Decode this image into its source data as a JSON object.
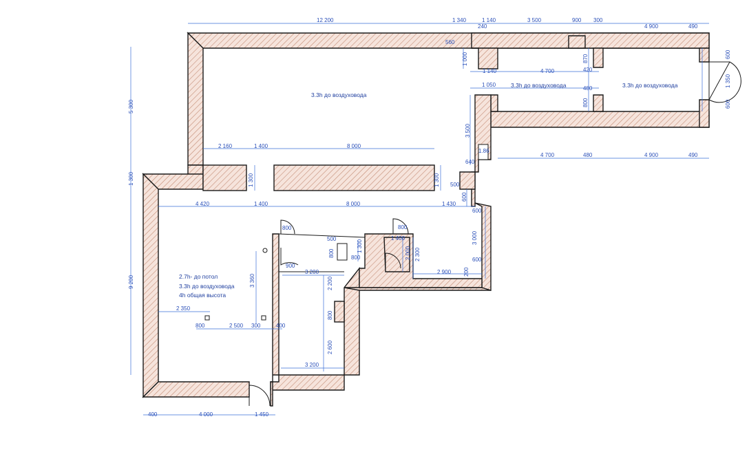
{
  "plan": {
    "dims": {
      "top_12200": "12 200",
      "top_1340": "1 340",
      "top_1140": "1 140",
      "top_240": "240",
      "top_3500": "3 500",
      "top_900": "900",
      "top_300": "300",
      "top_4900": "4 900",
      "top_490": "490",
      "d_560": "560",
      "d_1000": "1 000",
      "d_1140b": "1 140",
      "d_4700": "4 700",
      "d_870": "870",
      "d_420": "420",
      "d_600a": "600",
      "d_1350": "1 350",
      "d_600b": "600",
      "d_1050": "1 050",
      "d_480": "480",
      "d_800a": "800",
      "left_5300": "5 300",
      "left_1300": "1 300",
      "left_9200": "9 200",
      "d_2160": "2 160",
      "d_1400a": "1 400",
      "d_8000a": "8 000",
      "d_3500": "3 500",
      "d_186": "1.86",
      "d_640": "640",
      "d_4700b": "4 700",
      "d_480b": "480",
      "d_4900b": "4 900",
      "d_490b": "490",
      "d_1300b": "1 300",
      "d_1300c": "1 300",
      "d_500a": "500",
      "d_4420": "4 420",
      "d_1400b": "1 400",
      "d_8000b": "8 000",
      "d_1430": "1 430",
      "d_600c": "600",
      "d_800b": "800",
      "d_800c": "800",
      "d_600d": "600",
      "d_3000": "3 000",
      "d_600e": "600",
      "d_500b": "500",
      "d_1300d": "1 300",
      "d_800d": "800",
      "d_800e": "800",
      "d_1400c": "1 400",
      "d_2000": "2 000",
      "d_2300": "2 300",
      "d_900": "900",
      "d_3200a": "3 200",
      "d_3360": "3 360",
      "d_2900": "2 900",
      "d_200": "200",
      "d_2200": "2 200",
      "d_2350": "2 350",
      "d_800f": "800",
      "d_2500": "2 500",
      "d_300b": "300",
      "d_400a": "400",
      "d_800g": "800",
      "d_2600": "2 600",
      "d_3200b": "3 200",
      "bot_400": "400",
      "bot_4000": "4 000",
      "bot_1450": "1 450"
    },
    "notes": {
      "main_hall": "3.3h до воздуховода",
      "mid_room": "3.3h до воздуховода",
      "right_room": "3.3h до воздуховода",
      "lower_1": "2.7h- до потол",
      "lower_2": "3.3h до воздуховода",
      "lower_3": "4h общая высота"
    }
  }
}
